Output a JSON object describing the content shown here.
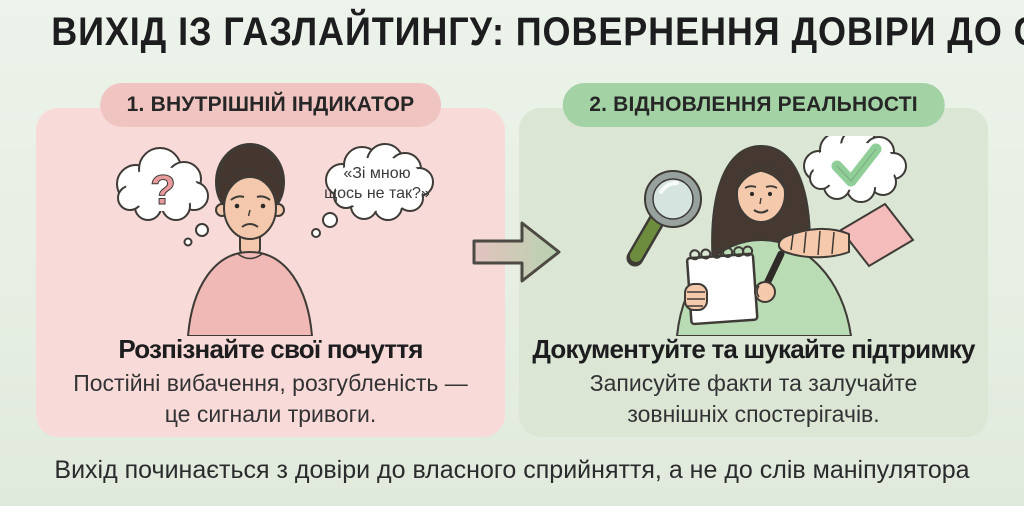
{
  "title": "ВИХІД ІЗ ГАЗЛАЙТИНГУ: ПОВЕРНЕННЯ ДОВІРИ ДО СЕБЕ",
  "footer": "Вихід починається з довіри до власного сприйняття, а не до слів маніпулятора",
  "panels": {
    "left": {
      "badge": "1. ВНУТРІШНІЙ ІНДИКАТОР",
      "question_mark": "?",
      "thought_bubble_lines": [
        "«Зі мною",
        "щось не так?»"
      ],
      "heading": "Розпізнайте свої почуття",
      "body_lines": [
        "Постійні вибачення, розгубленість —",
        "це сигнали тривоги."
      ],
      "illustration": "worried-person-with-question-cloud"
    },
    "right": {
      "badge": "2. ВІДНОВЛЕННЯ РЕАЛЬНОСТІ",
      "heading": "Документуйте та шукайте підтримку",
      "body_lines": [
        "Записуйте факти та залучайте",
        "зовнішніх спостерігачів."
      ],
      "illustration": "woman-writing-notes-with-magnifier-checkmark-support-hand"
    }
  },
  "icons": {
    "arrow": "right-arrow-icon",
    "question_cloud": "question-cloud-icon",
    "thought_bubble": "thought-bubble-icon",
    "check_cloud": "checkmark-cloud-icon",
    "magnifier": "magnifying-glass-icon",
    "notepad": "notepad-icon",
    "pen": "pen-icon",
    "support_hand": "support-hand-icon"
  },
  "colors": {
    "background": "#e7efe4",
    "panel_left_bg": "#f8dbd8",
    "panel_right_bg": "#dbe6d5",
    "badge_left_bg": "#f0c5c1",
    "badge_right_bg": "#a3d2a4",
    "title_text": "#1d1d1f",
    "body_text": "#333335",
    "question_mark_pink": "#e89a9c",
    "check_green": "#8fce96",
    "shirt_pink": "#f0b9b6",
    "sweater_green": "#b9dcb4",
    "outline_dark": "#3e3b37"
  }
}
